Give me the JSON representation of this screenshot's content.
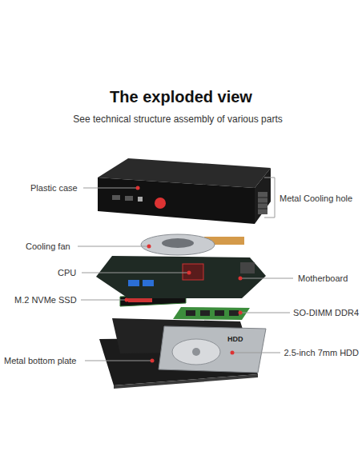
{
  "diagram": {
    "title": "The exploded view",
    "labels": [
      "See technical structure assembly of various parts",
      "Plastic case",
      "Metal Cooling hole",
      "Cooling fan",
      "CPU",
      "Motherboard",
      "M.2 NVMe SSD",
      "SO-DIMM DDR4",
      "Metal bottom plate",
      "2.5-inch 7mm HDD",
      "HDD"
    ]
  }
}
